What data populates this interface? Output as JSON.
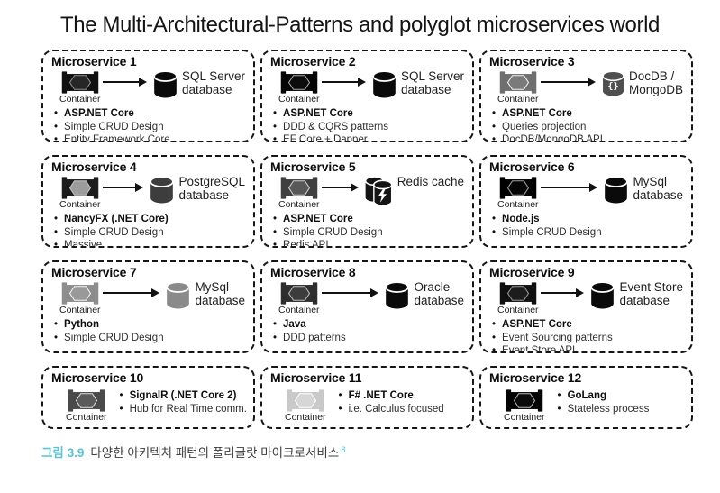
{
  "title": "The Multi-Architectural-Patterns and polyglot microservices world",
  "container_label": "Container",
  "caption": {
    "label": "그림 3.9",
    "text": "다양한 아키텍처 패턴의 폴리글랏 마이크로서비스",
    "footnote": "8",
    "label_color": "#5bc2d6",
    "text_color": "#3c3c3c"
  },
  "microservices": [
    {
      "name": "Microservice 1",
      "container": {
        "body": "#101010",
        "hex": "#262626",
        "stroke": "#8f8f8f"
      },
      "db": {
        "type": "cylinder",
        "color": "#0a0a0a",
        "lines": [
          "SQL Server",
          "database"
        ]
      },
      "bullets": [
        {
          "text": "ASP.NET Core",
          "bold": true
        },
        {
          "text": "Simple CRUD Design",
          "bold": false
        },
        {
          "text": "Entity Framework Core",
          "bold": false
        }
      ]
    },
    {
      "name": "Microservice 2",
      "container": {
        "body": "#050505",
        "hex": "#0c0c0c",
        "stroke": "#a8a8a8"
      },
      "db": {
        "type": "cylinder",
        "color": "#0a0a0a",
        "lines": [
          "SQL Server",
          "database"
        ]
      },
      "bullets": [
        {
          "text": "ASP.NET Core",
          "bold": true
        },
        {
          "text": "DDD & CQRS patterns",
          "bold": false
        },
        {
          "text": "EF Core + Dapper",
          "bold": false
        }
      ]
    },
    {
      "name": "Microservice 3",
      "container": {
        "body": "#6f6f6f",
        "hex": "#7a7a7a",
        "stroke": "#f2f2f2"
      },
      "db": {
        "type": "docdb",
        "color": "#4f4f4f",
        "lines": [
          "DocDB /",
          "MongoDB"
        ]
      },
      "bullets": [
        {
          "text": "ASP.NET Core",
          "bold": true
        },
        {
          "text": "Queries projection",
          "bold": false
        },
        {
          "text": "DocDB/MongoDB API",
          "bold": false
        }
      ]
    },
    {
      "name": "Microservice 4",
      "container": {
        "body": "#1c1c1c",
        "hex": "#9c9c9c",
        "stroke": "#c4c4c4"
      },
      "db": {
        "type": "cylinder",
        "color": "#3d3d3d",
        "lines": [
          "PostgreSQL",
          "database"
        ]
      },
      "bullets": [
        {
          "text": "NancyFX (.NET Core)",
          "bold": true
        },
        {
          "text": "Simple CRUD Design",
          "bold": false
        },
        {
          "text": "Massive",
          "bold": false
        }
      ]
    },
    {
      "name": "Microservice 5",
      "container": {
        "body": "#3f3f3f",
        "hex": "#585858",
        "stroke": "#d2d2d2"
      },
      "db": {
        "type": "redis",
        "color": "#141414",
        "lines": [
          "Redis cache"
        ]
      },
      "bullets": [
        {
          "text": "ASP.NET Core",
          "bold": true
        },
        {
          "text": "Simple CRUD Design",
          "bold": false
        },
        {
          "text": "Redis API",
          "bold": false
        }
      ]
    },
    {
      "name": "Microservice 6",
      "container": {
        "body": "#000000",
        "hex": "#050505",
        "stroke": "#a0a0a0"
      },
      "db": {
        "type": "cylinder",
        "color": "#0a0a0a",
        "lines": [
          "MySql",
          "database"
        ]
      },
      "bullets": [
        {
          "text": "Node.js",
          "bold": true
        },
        {
          "text": "Simple CRUD Design",
          "bold": false
        }
      ]
    },
    {
      "name": "Microservice 7",
      "container": {
        "body": "#8d8d8d",
        "hex": "#999999",
        "stroke": "#f5f5f5"
      },
      "db": {
        "type": "cylinder",
        "color": "#8a8a8a",
        "lines": [
          "MySql",
          "database"
        ]
      },
      "bullets": [
        {
          "text": "Python",
          "bold": true
        },
        {
          "text": "Simple CRUD Design",
          "bold": false
        }
      ]
    },
    {
      "name": "Microservice 8",
      "container": {
        "body": "#2e2e2e",
        "hex": "#3c3c3c",
        "stroke": "#bdbdbd"
      },
      "db": {
        "type": "cylinder",
        "color": "#0a0a0a",
        "lines": [
          "Oracle",
          "database"
        ]
      },
      "bullets": [
        {
          "text": "Java",
          "bold": true
        },
        {
          "text": "DDD patterns",
          "bold": false
        }
      ]
    },
    {
      "name": "Microservice 9",
      "container": {
        "body": "#101010",
        "hex": "#1c1c1c",
        "stroke": "#999999"
      },
      "db": {
        "type": "cylinder",
        "color": "#0a0a0a",
        "lines": [
          "Event Store",
          "database"
        ]
      },
      "bullets": [
        {
          "text": "ASP.NET Core",
          "bold": true
        },
        {
          "text": "Event Sourcing patterns",
          "bold": false
        },
        {
          "text": "Event Store API",
          "bold": false
        }
      ]
    },
    {
      "name": "Microservice 10",
      "container": {
        "body": "#4a4a4a",
        "hex": "#5a5a5a",
        "stroke": "#dedede"
      },
      "db": null,
      "bullets": [
        {
          "text": "SignalR (.NET Core 2)",
          "bold": true
        },
        {
          "text": "Hub for Real Time comm.",
          "bold": false
        }
      ]
    },
    {
      "name": "Microservice 11",
      "container": {
        "body": "#c9c9c9",
        "hex": "#d6d6d6",
        "stroke": "#ffffff"
      },
      "db": null,
      "bullets": [
        {
          "text": "F# .NET Core",
          "bold": true
        },
        {
          "text": "i.e. Calculus focused",
          "bold": false
        }
      ]
    },
    {
      "name": "Microservice 12",
      "container": {
        "body": "#030303",
        "hex": "#0a0a0a",
        "stroke": "#b5b5b5"
      },
      "db": null,
      "bullets": [
        {
          "text": "GoLang",
          "bold": true
        },
        {
          "text": "Stateless process",
          "bold": false
        }
      ]
    }
  ]
}
